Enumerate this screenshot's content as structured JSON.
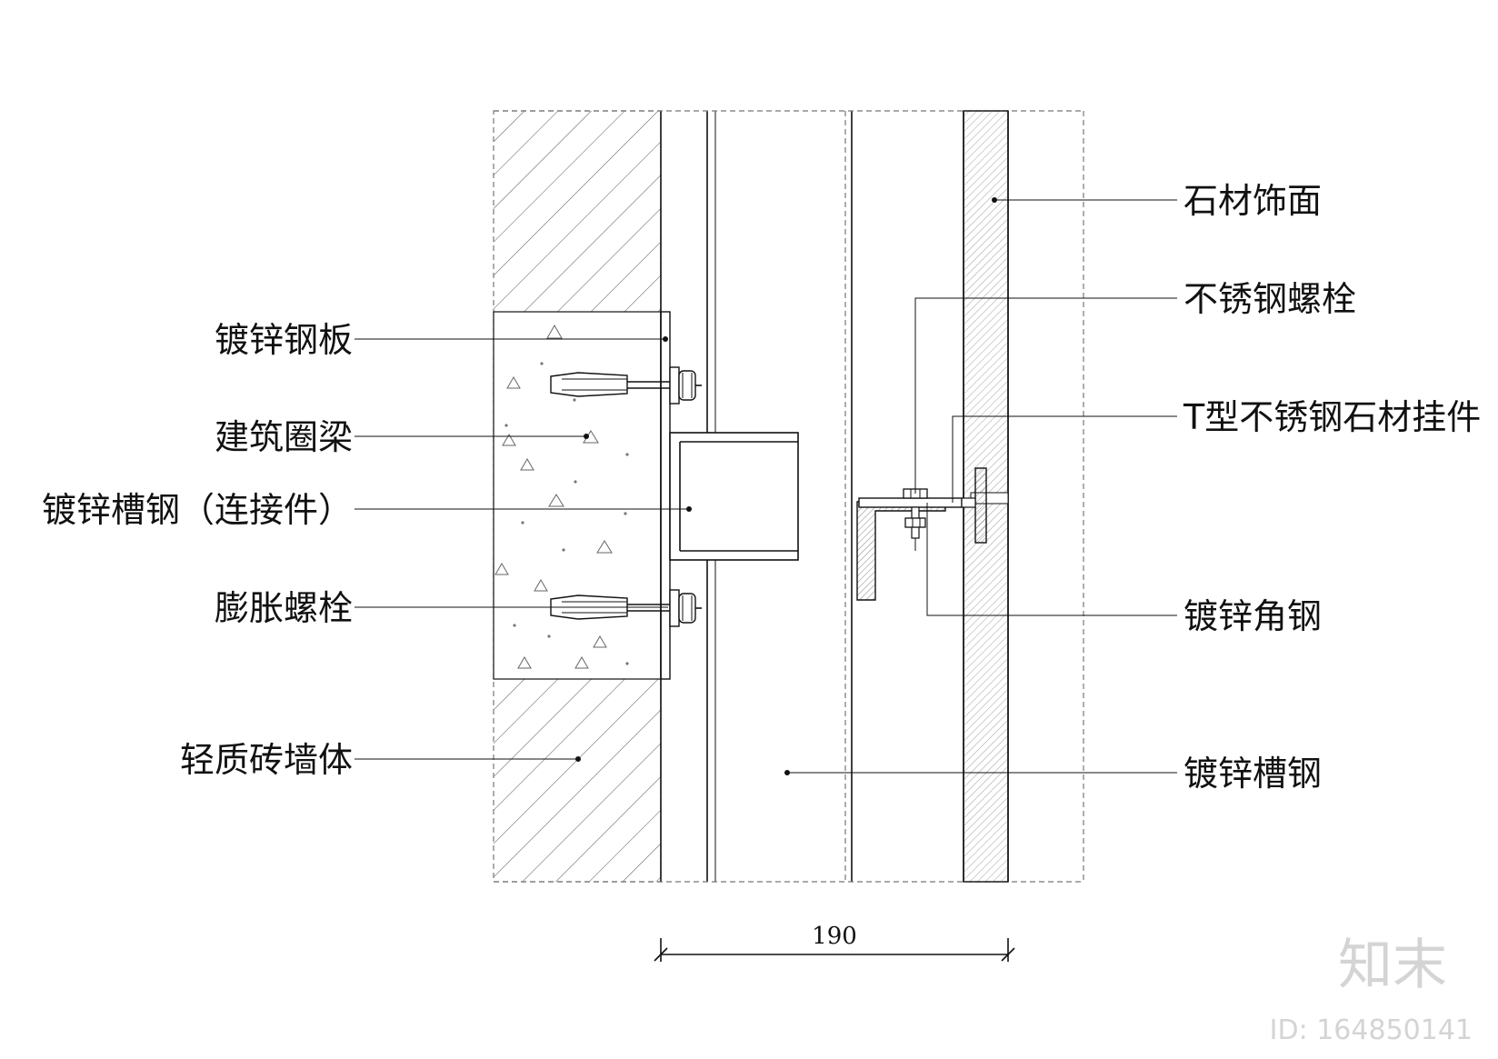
{
  "labels_left": {
    "galvanized_plate": "镀锌钢板",
    "ring_beam": "建筑圈梁",
    "channel_connector": "镀锌槽钢（连接件）",
    "expansion_bolt": "膨胀螺栓",
    "light_brick_wall": "轻质砖墙体"
  },
  "labels_right": {
    "stone_facing": "石材饰面",
    "stainless_bolt": "不锈钢螺栓",
    "t_hanger": "T型不锈钢石材挂件",
    "angle_steel": "镀锌角钢",
    "channel_steel": "镀锌槽钢"
  },
  "dimension": {
    "value": "190"
  },
  "watermark": {
    "brand": "知末",
    "id": "ID: 164850141"
  },
  "colors": {
    "line": "#111111",
    "hatch": "#555555",
    "watermark": "#d4d4d4"
  }
}
